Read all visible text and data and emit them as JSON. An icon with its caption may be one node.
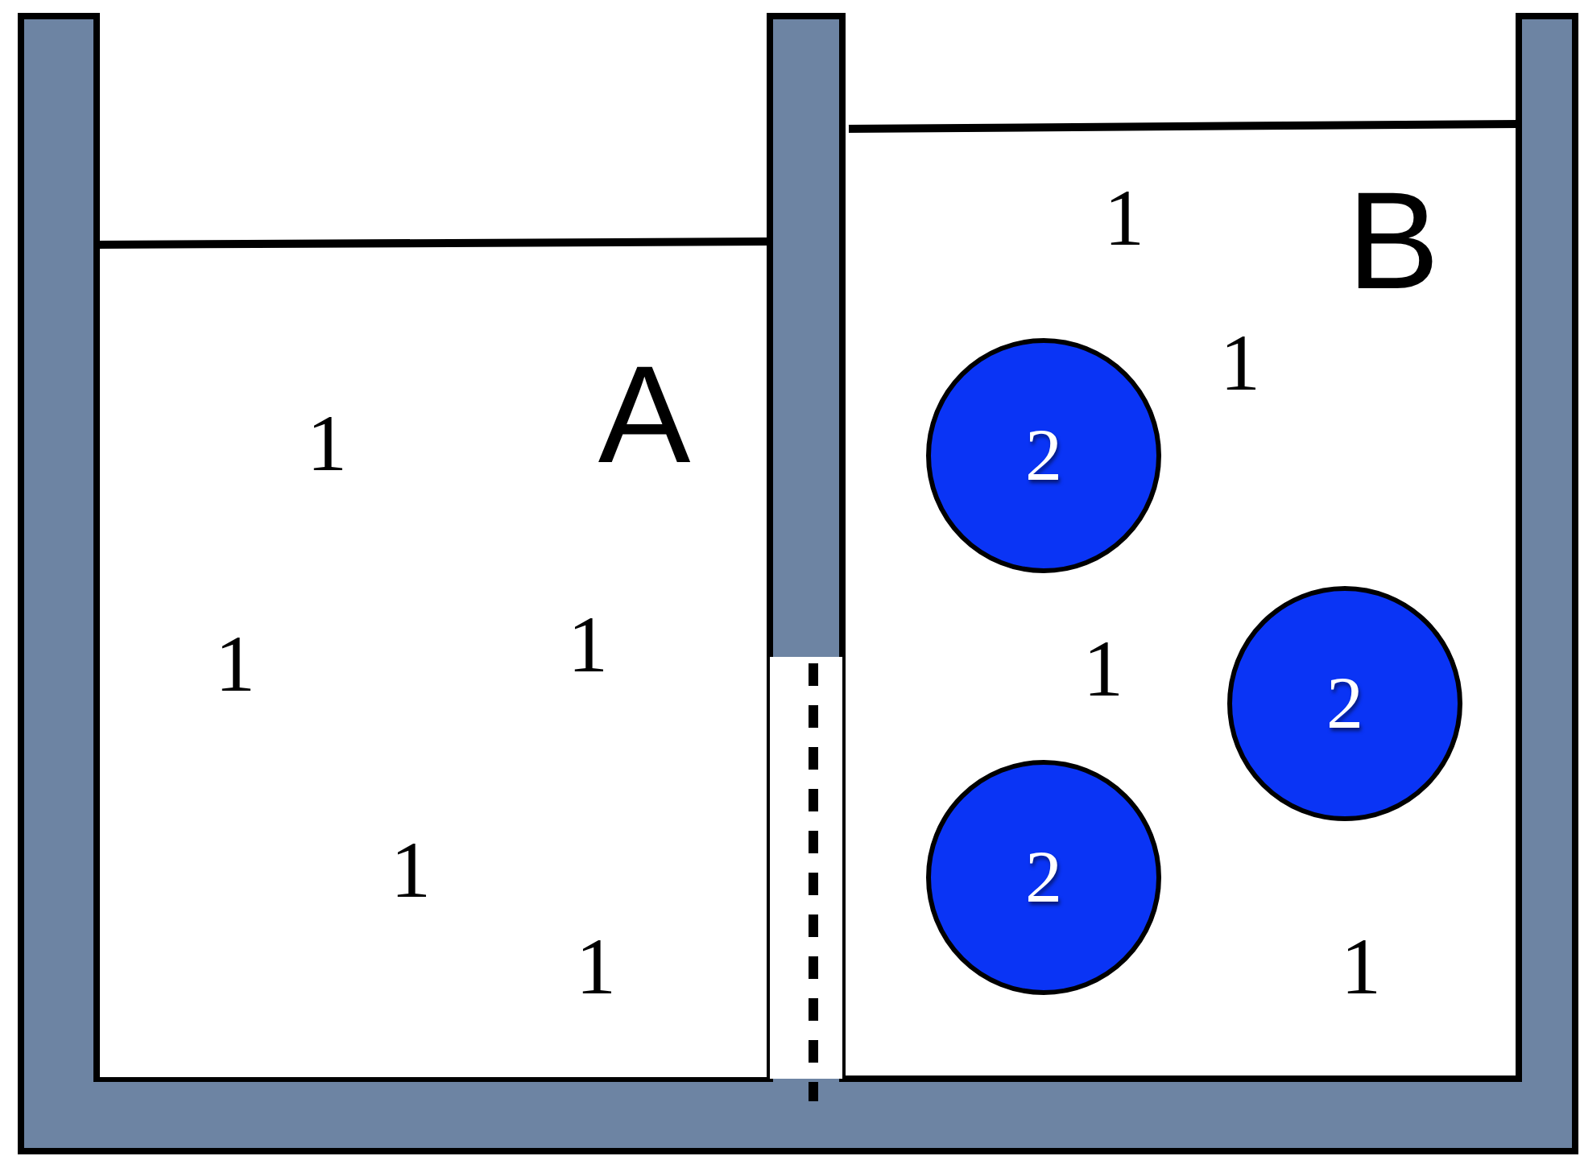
{
  "diagram": {
    "nodes": [
      {
        "text": [
          "2"
        ]
      },
      {
        "text": [
          "2"
        ]
      },
      {
        "text": [
          "2"
        ]
      }
    ],
    "labels": [
      "1",
      "B",
      "1",
      "A",
      "1",
      "1",
      "1",
      "1",
      "1",
      "1",
      "1"
    ]
  }
}
